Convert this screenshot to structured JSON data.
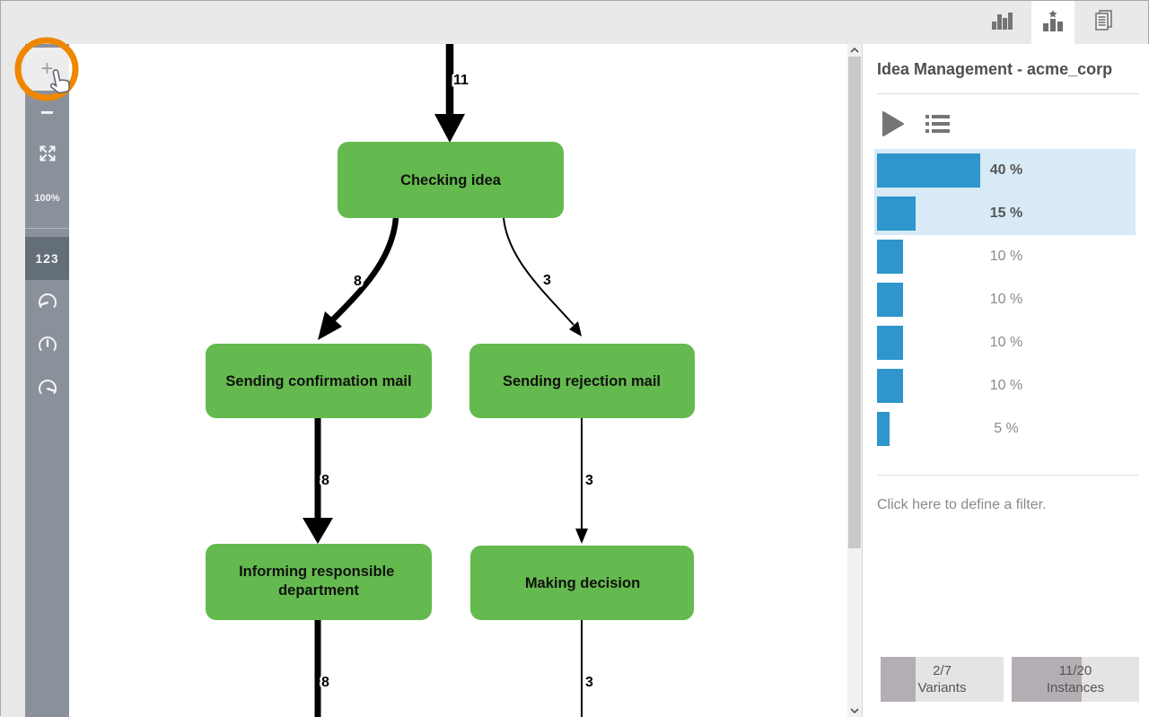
{
  "tabs": [
    {
      "id": "statistics",
      "icon": "bar-chart-icon",
      "active": false
    },
    {
      "id": "variants",
      "icon": "podium-star-icon",
      "active": true
    },
    {
      "id": "log",
      "icon": "document-icon",
      "active": false
    }
  ],
  "toolbar": {
    "zoom_in_label": "+",
    "zoom_out_label": "−",
    "zoom_level": "100%",
    "numbers_label": "123",
    "gauge_icons": [
      "gauge-low-icon",
      "gauge-mid-icon",
      "gauge-high-icon"
    ]
  },
  "diagram": {
    "nodes": [
      {
        "label": "Checking idea"
      },
      {
        "label": "Sending confirmation mail"
      },
      {
        "label": "Sending rejection mail"
      },
      {
        "label": "Informing responsible department",
        "lines": [
          "Informing responsible",
          "department"
        ]
      },
      {
        "label": "Making decision"
      }
    ],
    "edges": [
      {
        "from": "start",
        "to": "Checking idea",
        "count": "11",
        "thick": true
      },
      {
        "from": "Checking idea",
        "to": "Sending confirmation mail",
        "count": "8",
        "thick": true
      },
      {
        "from": "Checking idea",
        "to": "Sending rejection mail",
        "count": "3",
        "thick": false
      },
      {
        "from": "Sending confirmation mail",
        "to": "Informing responsible department",
        "count": "8",
        "thick": true
      },
      {
        "from": "Sending rejection mail",
        "to": "Making decision",
        "count": "3",
        "thick": false
      },
      {
        "from": "Informing responsible department",
        "to": "below-viewport",
        "count": "8",
        "thick": true
      },
      {
        "from": "Making decision",
        "to": "below-viewport",
        "count": "3",
        "thick": false
      }
    ]
  },
  "panel": {
    "title": "Idea Management - acme_corp",
    "icons": [
      "play-icon",
      "list-icon"
    ],
    "variants": [
      {
        "percent": 40,
        "label": "40 %",
        "selected": true
      },
      {
        "percent": 15,
        "label": "15 %",
        "selected": true
      },
      {
        "percent": 10,
        "label": "10 %",
        "selected": false
      },
      {
        "percent": 10,
        "label": "10 %",
        "selected": false
      },
      {
        "percent": 10,
        "label": "10 %",
        "selected": false
      },
      {
        "percent": 10,
        "label": "10 %",
        "selected": false
      },
      {
        "percent": 5,
        "label": "5 %",
        "selected": false
      }
    ],
    "filter_hint": "Click here to define a filter.",
    "stats": [
      {
        "value": "2/7",
        "label": "Variants",
        "fill_percent": 28.6
      },
      {
        "value": "11/20",
        "label": "Instances",
        "fill_percent": 55
      }
    ]
  },
  "colors": {
    "node_green": "#64ba4e",
    "bar_blue": "#2e96cc",
    "selection_blue": "#d7eaf5",
    "annotation_orange": "#ef8700",
    "toolbar_gray": "#8a919b"
  }
}
